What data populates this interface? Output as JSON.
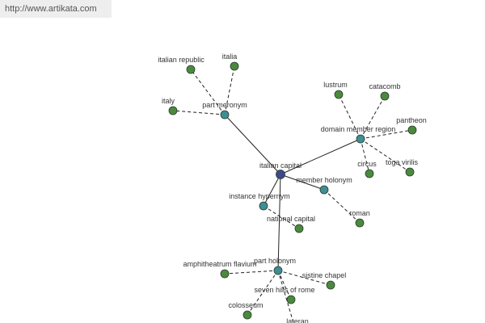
{
  "header": {
    "url": "http://www.artikata.com"
  },
  "colors": {
    "center": "#3a4a8c",
    "relation": "#3e8e95",
    "leaf": "#4a8a3e",
    "edge": "#222222"
  },
  "graph": {
    "center": "italian capital",
    "relations": [
      {
        "id": "part-meronym",
        "label": "part meronym",
        "leaves": [
          "italian republic",
          "italia",
          "italy"
        ]
      },
      {
        "id": "domain-member-region",
        "label": "domain member region",
        "leaves": [
          "lustrum",
          "catacomb",
          "pantheon",
          "toga virilis",
          "circus"
        ]
      },
      {
        "id": "member-holonym",
        "label": "member holonym",
        "leaves": [
          "roman"
        ]
      },
      {
        "id": "instance-hypernym",
        "label": "instance hypernym",
        "leaves": [
          "national capital"
        ]
      },
      {
        "id": "part-holonym",
        "label": "part holonym",
        "leaves": [
          "amphitheatrum flavium",
          "sistine chapel",
          "seven hills of rome",
          "colosseum",
          "lateran"
        ]
      }
    ]
  }
}
